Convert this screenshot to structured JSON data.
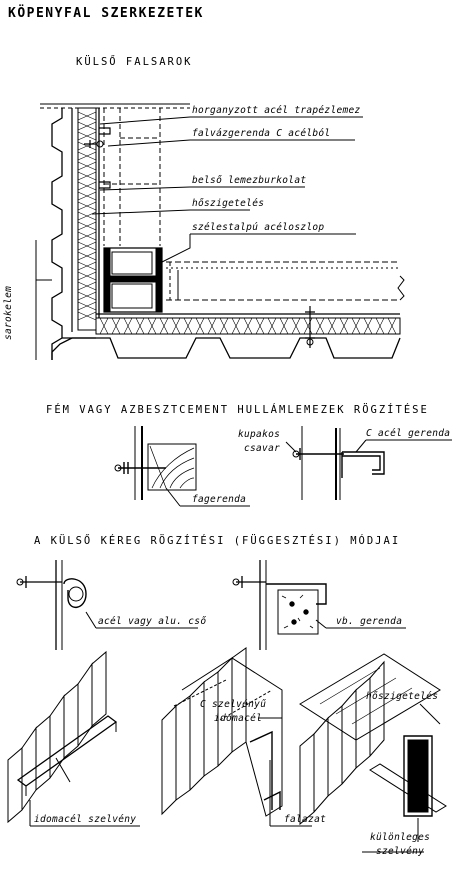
{
  "title": "KÖPENYFAL SZERKEZETEK",
  "section1": {
    "heading": "KÜLSŐ FALSAROK",
    "labels": {
      "trapez": "horganyzott acél trapézlemez",
      "falvaz": "falvázgerenda C acélból",
      "belso": "belső lemezburkolat",
      "hoszig": "hőszigetelés",
      "oszlop": "szélestalpú acéloszlop",
      "sarok": "sarokelem"
    }
  },
  "section2": {
    "heading": "FÉM VAGY AZBESZTCEMENT HULLÁMLEMEZEK RÖGZÍTÉSE",
    "labels": {
      "kupakos": "kupakos",
      "csavar": "csavar",
      "cgerenda": "C acél gerenda",
      "fagerenda": "fagerenda"
    }
  },
  "section3": {
    "heading": "A KÜLSŐ KÉREG RÖGZÍTÉSI (FÜGGESZTÉSI) MÓDJAI",
    "labels": {
      "cso": "acél vagy alu. cső",
      "vb": "vb. gerenda"
    }
  },
  "section4": {
    "labels": {
      "idomacel": "idomacél szelvény",
      "cszelv1": "C szelvényű",
      "cszelv2": "idomacél",
      "falazat": "falazat",
      "hoszig": "hőszigetelés",
      "kulonleges": "különleges",
      "szelveny": "szelvény"
    }
  },
  "colors": {
    "ink": "#000000",
    "paper": "#ffffff"
  }
}
